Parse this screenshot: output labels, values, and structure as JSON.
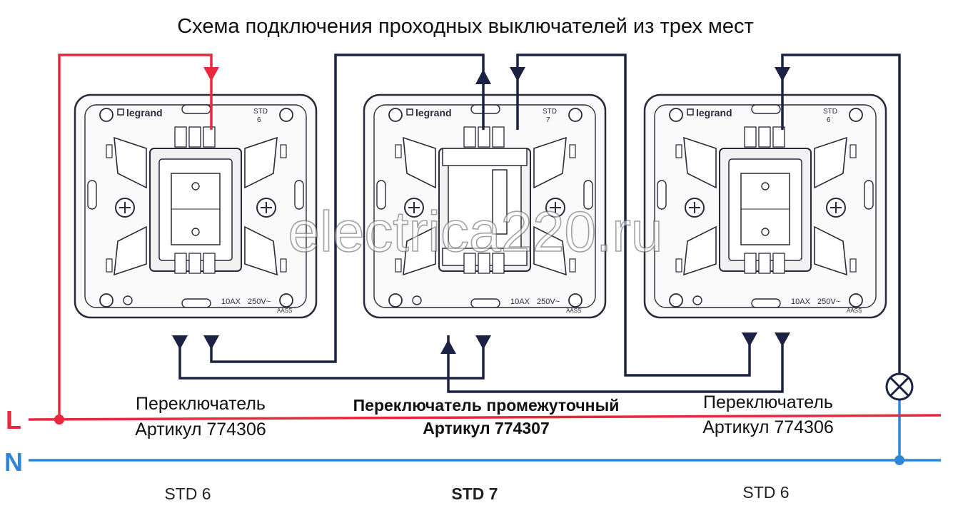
{
  "title": "Схема подключения проходных выключателей из трех мест",
  "watermark": "electrica220.ru",
  "lines": {
    "l_label": "L",
    "n_label": "N",
    "l_color": "#e8283c",
    "n_color": "#2f86d6",
    "wire_color": "#1b2244"
  },
  "switches": [
    {
      "brand": "legrand",
      "model_code": "STD",
      "model_num": "6",
      "rating_current": "10AX",
      "rating_voltage": "250V~",
      "mark": "AASS",
      "name": "Переключатель",
      "article": "Артикул 774306",
      "bottom_label": "STD 6",
      "bold": false
    },
    {
      "brand": "legrand",
      "model_code": "STD",
      "model_num": "7",
      "rating_current": "10AX",
      "rating_voltage": "250V~",
      "mark": "AASS",
      "name": "Переключатель промежуточный",
      "article": "Артикул 774307",
      "bottom_label": "STD 7",
      "bold": true
    },
    {
      "brand": "legrand",
      "model_code": "STD",
      "model_num": "6",
      "rating_current": "10AX",
      "rating_voltage": "250V~",
      "mark": "AASS",
      "name": "Переключатель",
      "article": "Артикул 774306",
      "bottom_label": "STD 6",
      "bold": false
    }
  ],
  "icons": {
    "lamp": "lamp-icon",
    "terminal_screw": "screw-terminal-icon",
    "arrow": "arrow-icon"
  }
}
